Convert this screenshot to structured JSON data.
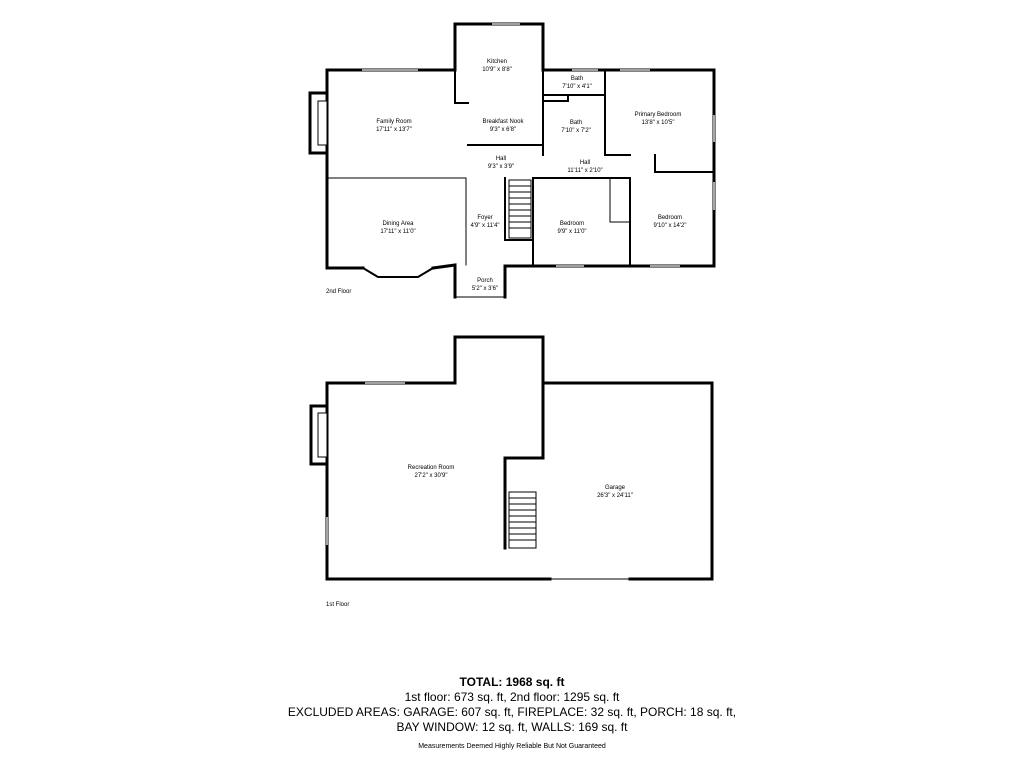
{
  "floor2": {
    "label": "2nd Floor",
    "rooms": [
      {
        "name": "Kitchen",
        "dims": "10'9\" x 8'8\""
      },
      {
        "name": "Bath",
        "dims": "7'10\" x 4'1\""
      },
      {
        "name": "Family Room",
        "dims": "17'11\" x 13'7\""
      },
      {
        "name": "Breakfast Nook",
        "dims": "9'3\" x 6'8\""
      },
      {
        "name": "Bath",
        "dims": "7'10\" x 7'2\""
      },
      {
        "name": "Primary Bedroom",
        "dims": "13'8\" x 10'5\""
      },
      {
        "name": "Hall",
        "dims": "9'3\" x 3'9\""
      },
      {
        "name": "Hall",
        "dims": "11'11\" x 2'10\""
      },
      {
        "name": "Dining Area",
        "dims": "17'11\" x 11'0\""
      },
      {
        "name": "Foyer",
        "dims": "4'9\" x 11'4\""
      },
      {
        "name": "Bedroom",
        "dims": "9'9\" x 11'0\""
      },
      {
        "name": "Bedroom",
        "dims": "9'10\" x 14'2\""
      },
      {
        "name": "Porch",
        "dims": "5'2\" x 3'6\""
      }
    ]
  },
  "floor1": {
    "label": "1st Floor",
    "rooms": [
      {
        "name": "Recreation Room",
        "dims": "27'2\" x 30'9\""
      },
      {
        "name": "Garage",
        "dims": "26'3\" x 24'11\""
      }
    ]
  },
  "summary": {
    "total": "TOTAL: 1968 sq. ft",
    "line1": "1st floor: 673 sq. ft, 2nd floor: 1295 sq. ft",
    "line2": "EXCLUDED AREAS: GARAGE: 607 sq. ft, FIREPLACE: 32 sq. ft, PORCH: 18 sq. ft,",
    "line3": "BAY WINDOW: 12 sq. ft, WALLS: 169 sq. ft"
  },
  "disclaimer": "Measurements Deemed Highly Reliable But Not Guaranteed"
}
